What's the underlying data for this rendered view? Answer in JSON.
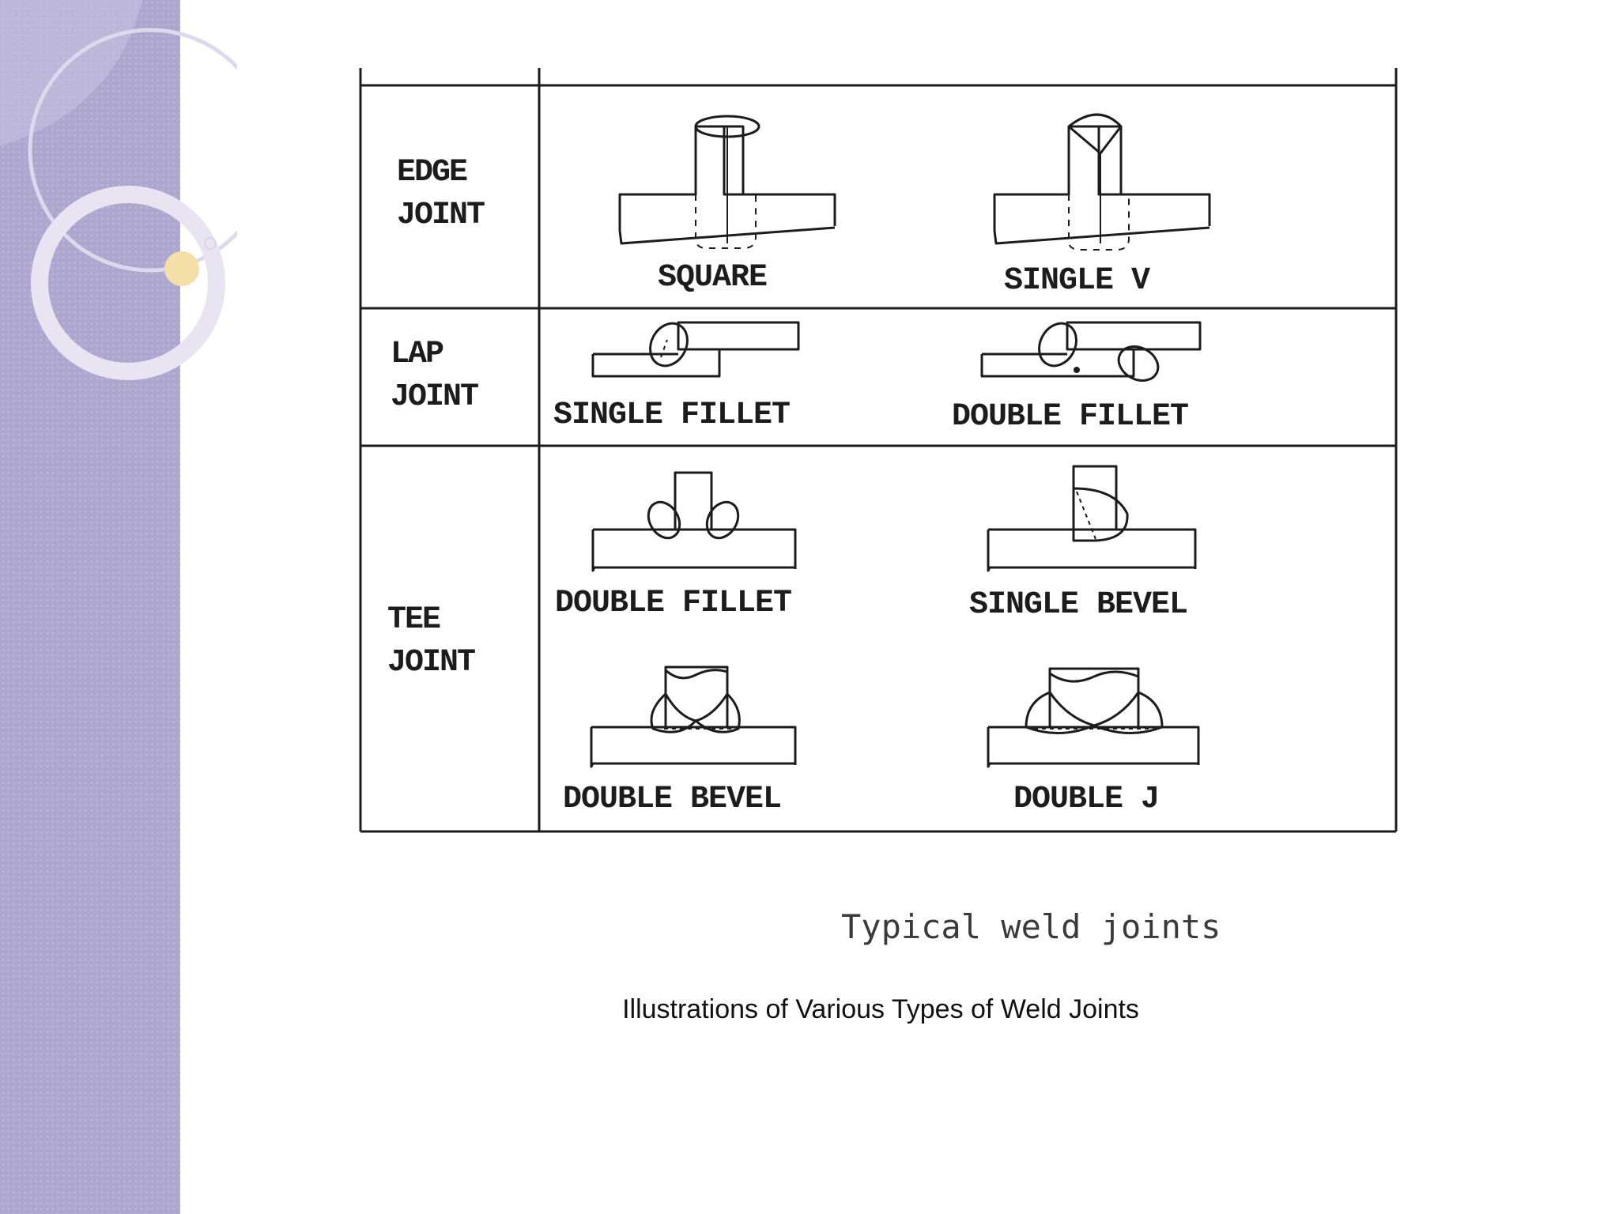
{
  "table": {
    "rows": [
      {
        "label_lines": [
          "EDGE",
          "JOINT"
        ],
        "items": [
          "SQUARE",
          "SINGLE V"
        ]
      },
      {
        "label_lines": [
          "LAP",
          "JOINT"
        ],
        "items": [
          "SINGLE FILLET",
          "DOUBLE FILLET"
        ]
      },
      {
        "label_lines": [
          "TEE",
          "JOINT"
        ],
        "items": [
          "DOUBLE FILLET",
          "SINGLE BEVEL",
          "DOUBLE BEVEL",
          "DOUBLE J"
        ]
      }
    ]
  },
  "figure_caption": "Typical weld joints",
  "slide_caption": "Illustrations of Various Types of Weld Joints",
  "colors": {
    "sidebar": "#ada6cf",
    "ring": "#e8e4f1",
    "dot": "#f5dfa8",
    "line": "#1c1c1c"
  }
}
